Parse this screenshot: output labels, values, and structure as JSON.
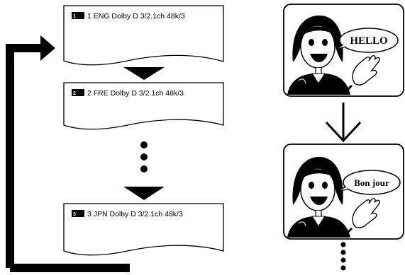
{
  "screens": [
    {
      "track": "1",
      "text": "1 ENG Dolby D 3/2.1ch 48k/3"
    },
    {
      "track": "2",
      "text": "2 FRE Dolby D 3/2.1ch 48k/3"
    },
    {
      "track": "3",
      "text": "3 JPN Dolby D 3/2.1ch 48k/3"
    }
  ],
  "audio_icon": "audio-track-icon",
  "panels": [
    {
      "speech": "HELLO"
    },
    {
      "speech": "Bon jour"
    }
  ],
  "colors": {
    "line": "#000000",
    "background": "#ffffff"
  }
}
